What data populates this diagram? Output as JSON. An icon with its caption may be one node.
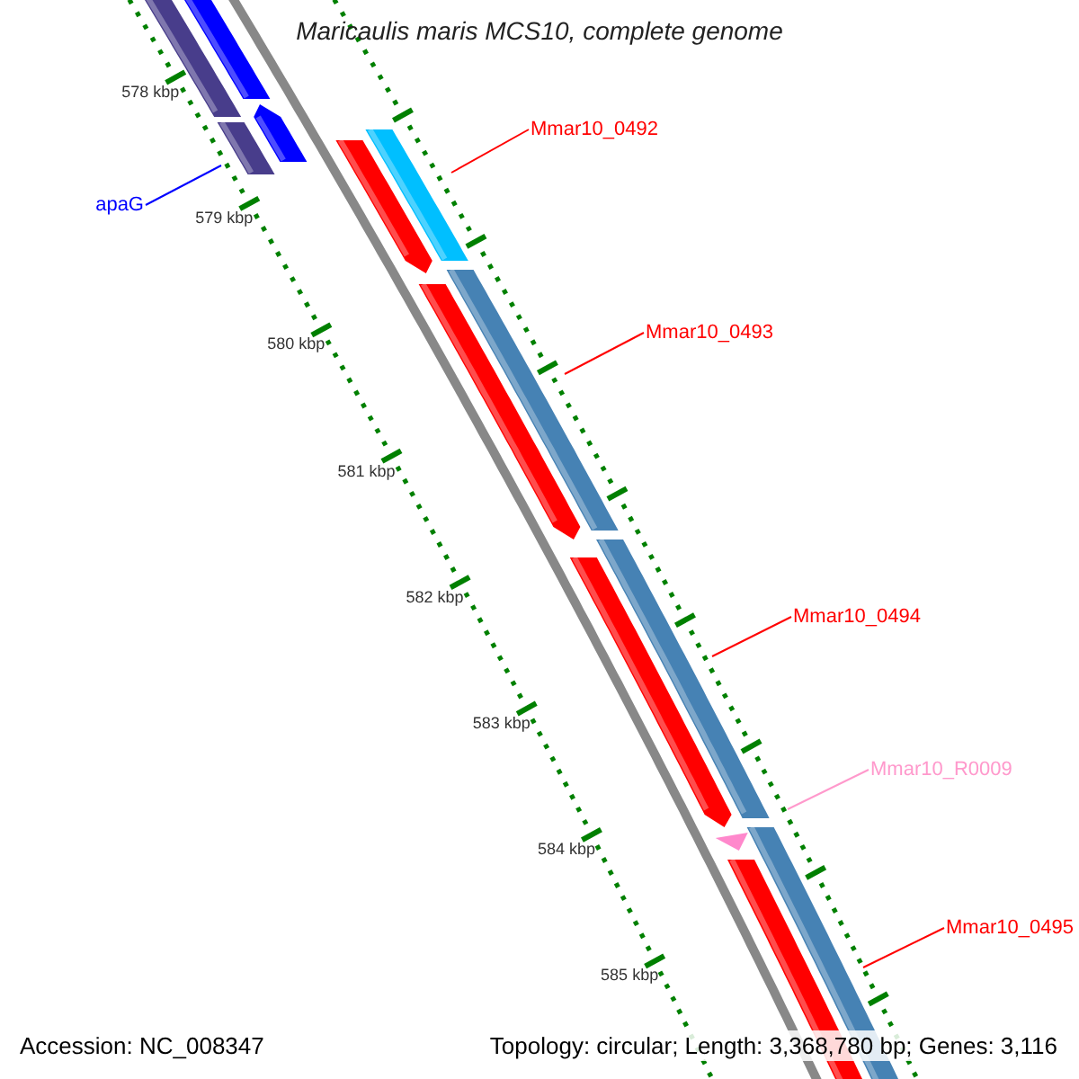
{
  "diagram": {
    "title": "Maricaulis maris MCS10, complete genome",
    "nodes": [
      {
        "text": [
          "apaG"
        ]
      },
      {
        "text": [
          "Mmar10_0492"
        ]
      },
      {
        "text": [
          "Mmar10_0493"
        ]
      },
      {
        "text": [
          "Mmar10_0494"
        ]
      },
      {
        "text": [
          "Mmar10_R0009"
        ]
      },
      {
        "text": [
          "Mmar10_0495"
        ]
      }
    ],
    "edges": [
      {
        "from": 0,
        "to": null,
        "arrow": "none",
        "color": "#0000ff"
      },
      {
        "from": 1,
        "to": null,
        "arrow": "none"
      },
      {
        "from": 2,
        "to": null,
        "arrow": "none"
      },
      {
        "from": 3,
        "to": null,
        "arrow": "none"
      },
      {
        "from": 4,
        "to": null,
        "arrow": "none",
        "color": "#ff99cc"
      },
      {
        "from": 5,
        "to": null,
        "arrow": "none"
      }
    ],
    "labels": [
      "578 kbp",
      "579 kbp",
      "580 kbp",
      "581 kbp",
      "582 kbp",
      "583 kbp",
      "584 kbp",
      "585 kbp",
      "Accession: NC_008347",
      "Topology: circular; Length: 3,368,780 bp; Genes: 3,116"
    ]
  }
}
